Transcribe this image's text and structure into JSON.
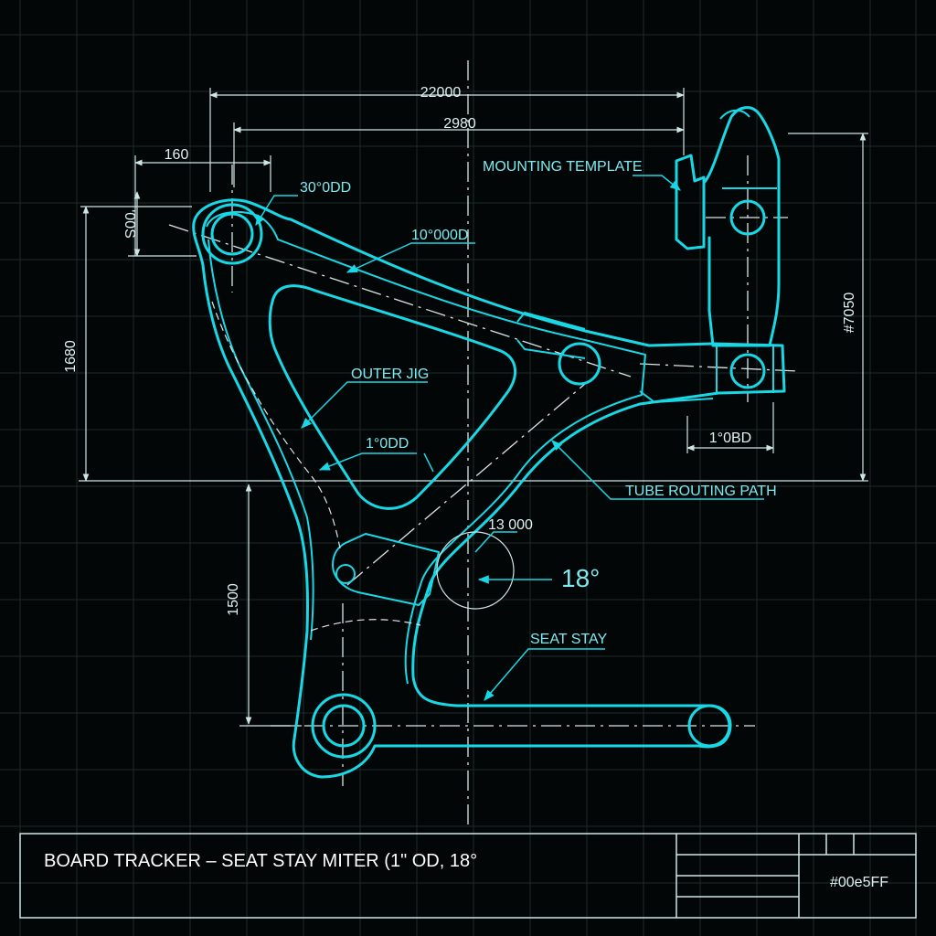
{
  "dimensions": {
    "overall_width": "22000",
    "inner_width": "2980",
    "left_offset": "160",
    "upper_left_height": "'00S",
    "left_height": "1680",
    "lower_height": "1500",
    "right_height": "#7050",
    "pivot_od": "1°0BD",
    "arc_radius": "13 000"
  },
  "callouts": {
    "top_od": "30°0DD",
    "mid_od": "10°000D",
    "outer_jig": "OUTER JIG",
    "inner_od": "1°0DD",
    "mounting_template": "MOUNTING TEMPLATE",
    "tube_routing_path": "TUBE ROUTING PATH",
    "seat_stay": "SEAT STAY",
    "angle": "18°"
  },
  "title_block": {
    "title": "BOARD TRACKER – SEAT STAY MITER (1\" OD, 18°",
    "code": "#00e5FF"
  },
  "colors": {
    "line": "#19d8e6",
    "background": "#030606",
    "grid": "#1e2a2a"
  }
}
